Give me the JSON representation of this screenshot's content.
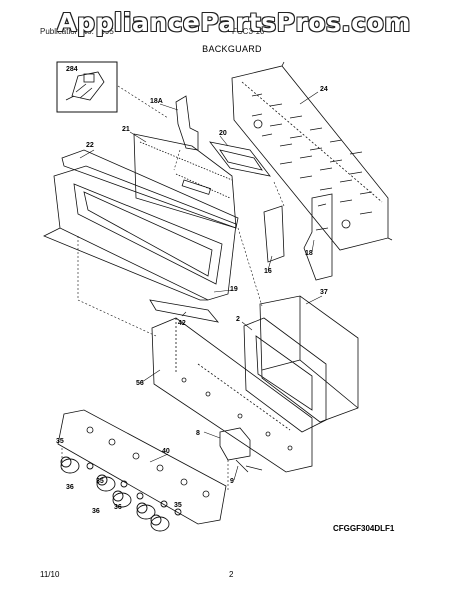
{
  "watermark": "AppliancePartsPros.com",
  "header": {
    "left": "Publication No. 5995",
    "right": "FCC3-10"
  },
  "section_title": "BACKGUARD",
  "model_code": "CFGGF304DLF1",
  "footer": {
    "date": "11/10",
    "page": "2"
  },
  "callouts": [
    "284",
    "24",
    "18A",
    "21",
    "20",
    "22",
    "16",
    "18",
    "19",
    "37",
    "2",
    "42",
    "56",
    "8",
    "40",
    "35",
    "36",
    "35",
    "36",
    "36",
    "35",
    "9"
  ]
}
